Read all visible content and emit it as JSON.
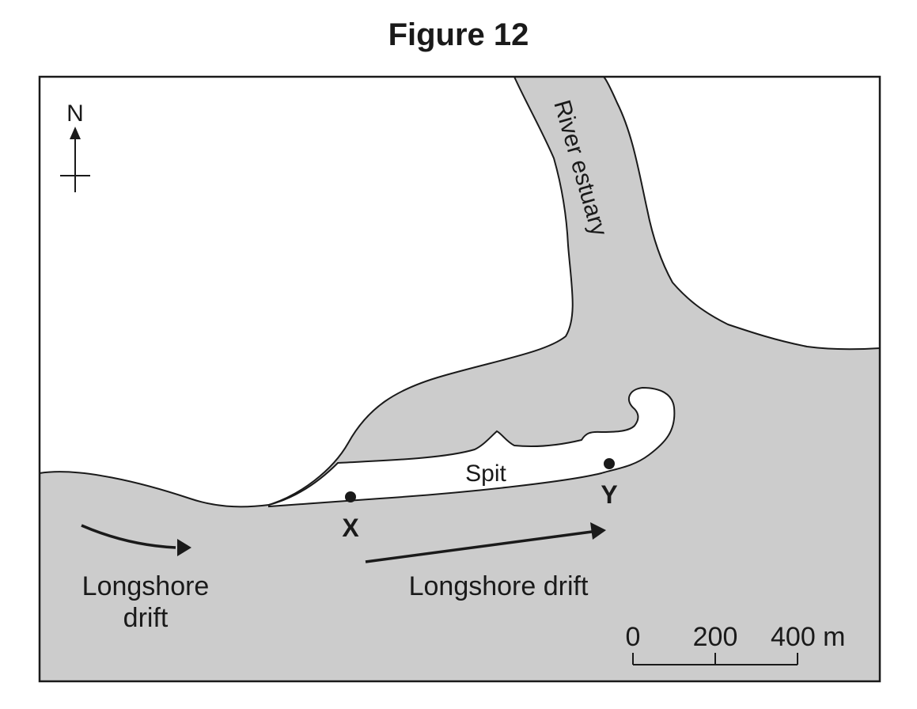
{
  "figure": {
    "title": "Figure 12"
  },
  "map": {
    "north_label": "N",
    "river_label": "River estuary",
    "spit_label": "Spit",
    "point_x_label": "X",
    "point_y_label": "Y",
    "drift_label_left_line1": "Longshore",
    "drift_label_left_line2": "drift",
    "drift_label_right": "Longshore drift",
    "colors": {
      "sea": "#cccccc",
      "land": "#ffffff",
      "outline": "#1a1a1a"
    }
  },
  "scale_bar": {
    "tick_0": "0",
    "tick_1": "200",
    "tick_2": "400 m",
    "unit": "m"
  }
}
